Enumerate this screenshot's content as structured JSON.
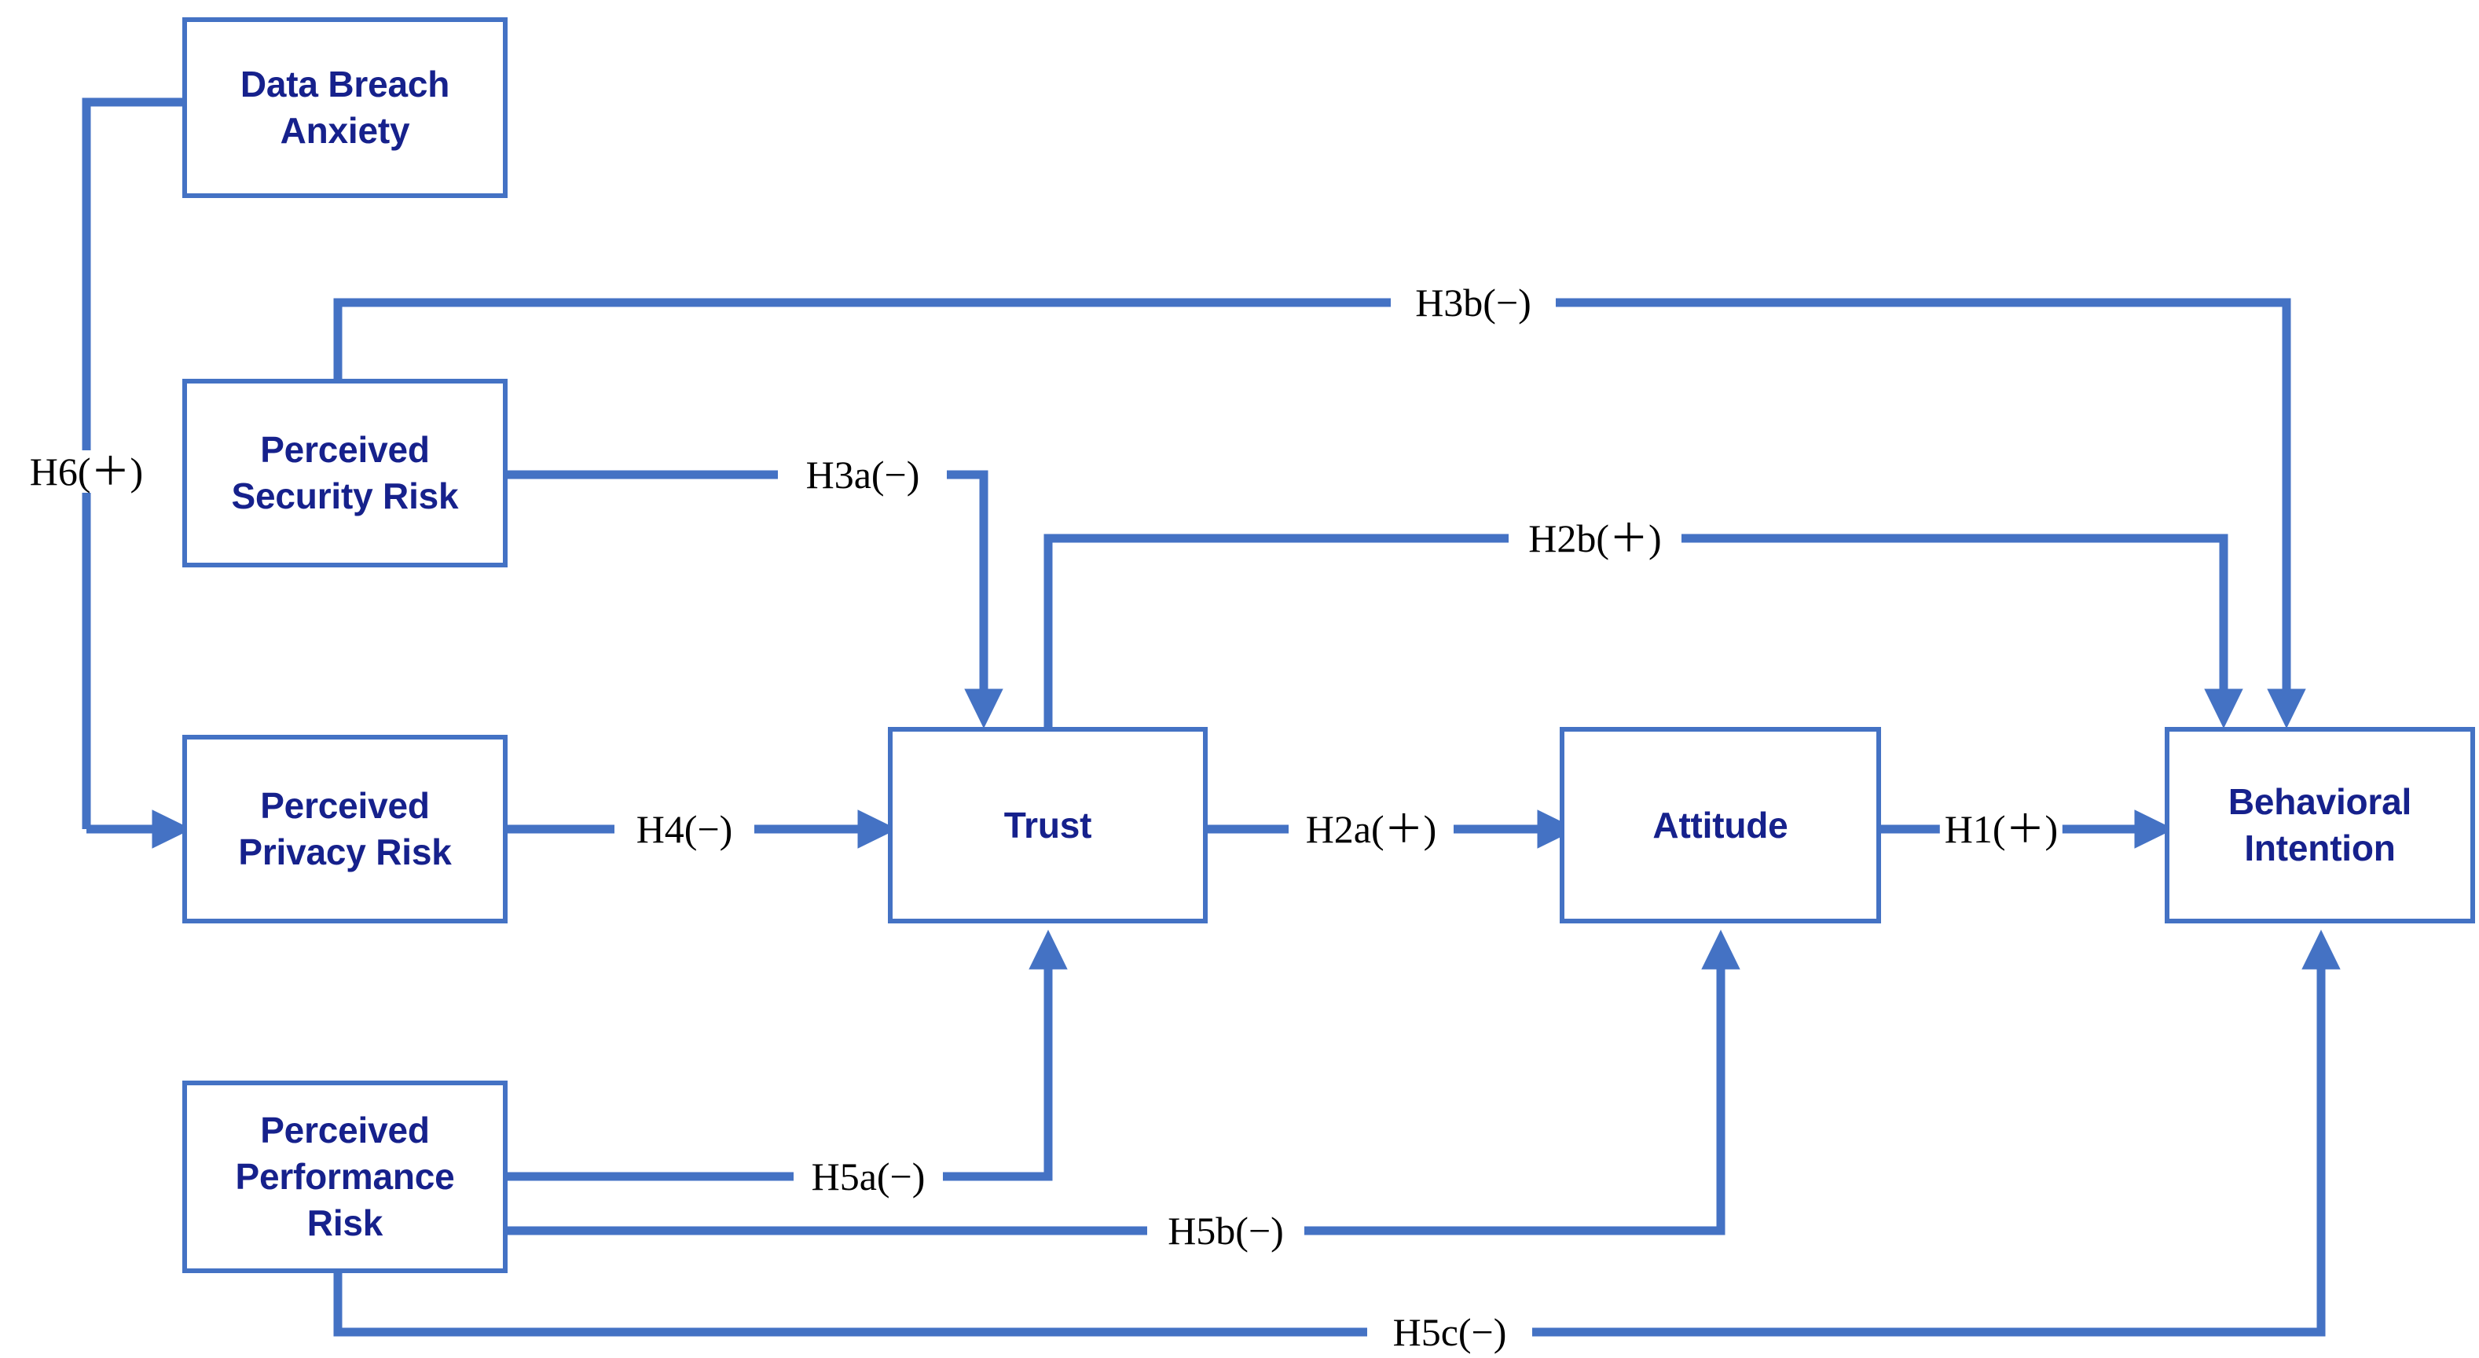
{
  "figure": {
    "type": "research-model-diagram",
    "title": "",
    "colors": {
      "edge": "#4472C4",
      "box_border": "#4472C4",
      "box_fill": "#FFFFFF",
      "node_text": "#16218C",
      "edge_label_text": "#000000",
      "background": "#FFFFFF"
    }
  },
  "nodes": [
    {
      "id": "data-breach-anxiety",
      "label": "Data Breach\nAnxiety"
    },
    {
      "id": "perceived-security-risk",
      "label": "Perceived\nSecurity Risk"
    },
    {
      "id": "perceived-privacy-risk",
      "label": "Perceived\nPrivacy Risk"
    },
    {
      "id": "perceived-performance-risk",
      "label": "Perceived\nPerformance\nRisk"
    },
    {
      "id": "trust",
      "label": "Trust"
    },
    {
      "id": "attitude",
      "label": "Attitude"
    },
    {
      "id": "behavioral-intention",
      "label": "Behavioral\nIntention"
    }
  ],
  "edges": [
    {
      "id": "h1",
      "label": "H1(＋)",
      "sign": "+",
      "from": "attitude",
      "to": "behavioral-intention"
    },
    {
      "id": "h2a",
      "label": "H2a(＋)",
      "sign": "+",
      "from": "trust",
      "to": "attitude"
    },
    {
      "id": "h2b",
      "label": "H2b(＋)",
      "sign": "+",
      "from": "trust",
      "to": "behavioral-intention"
    },
    {
      "id": "h3a",
      "label": "H3a(−)",
      "sign": "-",
      "from": "perceived-security-risk",
      "to": "trust"
    },
    {
      "id": "h3b",
      "label": "H3b(−)",
      "sign": "-",
      "from": "perceived-security-risk",
      "to": "behavioral-intention"
    },
    {
      "id": "h4",
      "label": "H4(−)",
      "sign": "-",
      "from": "perceived-privacy-risk",
      "to": "trust"
    },
    {
      "id": "h5a",
      "label": "H5a(−)",
      "sign": "-",
      "from": "perceived-performance-risk",
      "to": "trust"
    },
    {
      "id": "h5b",
      "label": "H5b(−)",
      "sign": "-",
      "from": "perceived-performance-risk",
      "to": "attitude"
    },
    {
      "id": "h5c",
      "label": "H5c(−)",
      "sign": "-",
      "from": "perceived-performance-risk",
      "to": "behavioral-intention"
    },
    {
      "id": "h6",
      "label": "H6(＋)",
      "sign": "+",
      "from": "data-breach-anxiety",
      "to": "perceived-privacy-risk"
    }
  ]
}
